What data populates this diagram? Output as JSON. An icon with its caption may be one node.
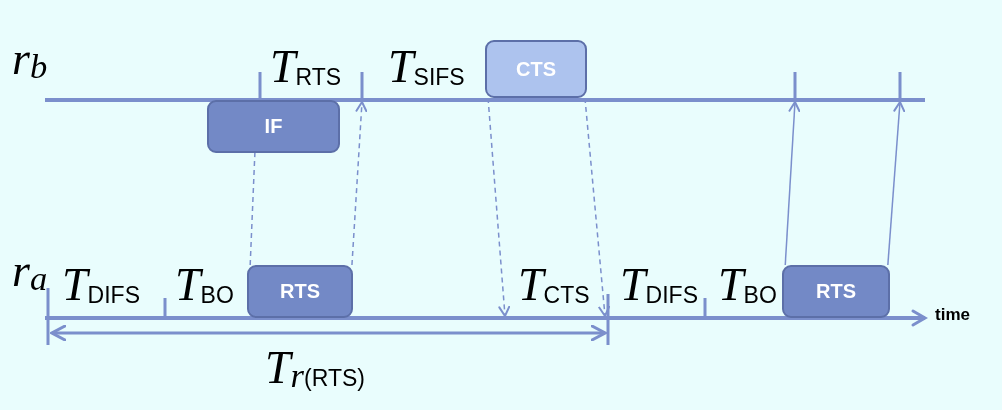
{
  "diagram": {
    "nodes": [
      {
        "text": [
          "IF"
        ]
      },
      {
        "text": [
          "RTS"
        ]
      },
      {
        "text": [
          "CTS"
        ]
      },
      {
        "text": [
          "RTS"
        ]
      },
      {
        "text": [],
        "shape": "bar"
      },
      {
        "text": [],
        "shape": "bar"
      }
    ],
    "edges": [
      {
        "from": 1,
        "to": 0,
        "arrow": "none",
        "style": "dashed"
      },
      {
        "from": 1,
        "to": 4,
        "arrow": "to",
        "style": "dashed"
      },
      {
        "from": 2,
        "to": 5,
        "arrow": "to",
        "style": "dashed"
      },
      {
        "from": 2,
        "to": 5,
        "arrow": "to",
        "style": "dashed"
      },
      {
        "from": 3,
        "to": 4,
        "arrow": "to"
      },
      {
        "from": 3,
        "to": 4,
        "arrow": "to"
      }
    ],
    "labels": [
      "r$_{b}$",
      "*T*$_{RTS}$",
      "*T*$_{SIFS}$",
      "r$_{a}$",
      "*T*$_{DIFS}$",
      "*T*$_{BO}$",
      "*T*$_{CTS}$",
      "*T*$_{DIFS}$",
      "*T*$_{BO}$",
      "time",
      "*T*$_{r}$$_{(RTS)}$"
    ]
  }
}
